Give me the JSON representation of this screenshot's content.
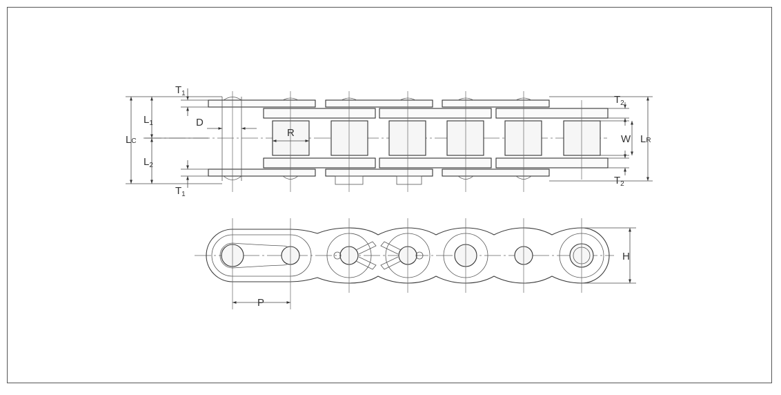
{
  "labels": {
    "T1_top": {
      "main": "T",
      "sub": "1"
    },
    "L1": {
      "main": "L",
      "sub": "1"
    },
    "D": {
      "main": "D"
    },
    "R": {
      "main": "R"
    },
    "LC": {
      "main": "L",
      "sub": "C"
    },
    "L2": {
      "main": "L",
      "sub": "2"
    },
    "T1_bottom": {
      "main": "T",
      "sub": "1"
    },
    "T2_top": {
      "main": "T",
      "sub": "2"
    },
    "W": {
      "main": "W"
    },
    "LR": {
      "main": "L",
      "sub": "R"
    },
    "T2_bottom": {
      "main": "T",
      "sub": "2"
    },
    "H": {
      "main": "H"
    },
    "P": {
      "main": "P"
    }
  }
}
